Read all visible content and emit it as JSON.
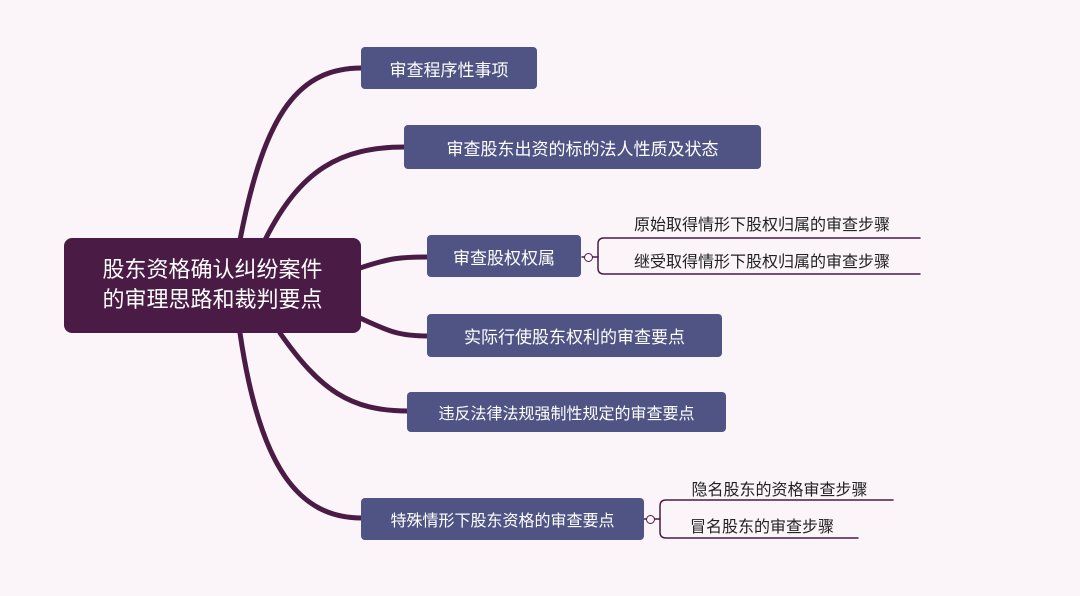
{
  "root": {
    "line1": "股东资格确认纠纷案件",
    "line2": "的审理思路和裁判要点"
  },
  "branches": [
    {
      "label": "审查程序性事项"
    },
    {
      "label": "审查股东出资的标的法人性质及状态"
    },
    {
      "label": "审查股权权属",
      "children": [
        "原始取得情形下股权归属的审查步骤",
        "继受取得情形下股权归属的审查步骤"
      ]
    },
    {
      "label": "实际行使股东权利的审查要点"
    },
    {
      "label": "违反法律法规强制性规定的审查要点"
    },
    {
      "label": "特殊情形下股东资格的审查要点",
      "children": [
        "隐名股东的资格审查步骤",
        "冒名股东的审查步骤"
      ]
    }
  ],
  "colors": {
    "background": "#fbf4f9",
    "root": "#4a1c45",
    "branch_node": "#4f5484",
    "connector": "#4a1c45"
  }
}
